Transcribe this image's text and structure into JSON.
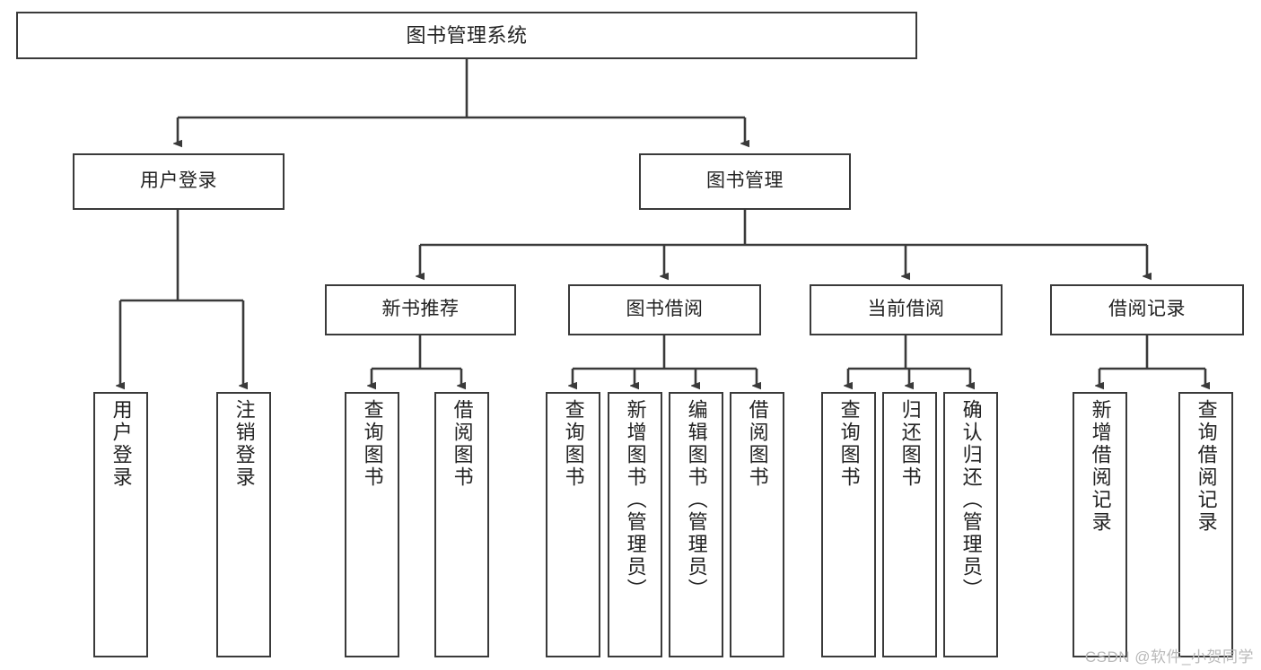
{
  "diagram": {
    "type": "tree",
    "title": "图书管理系统",
    "watermark": "CSDN @软件_小贺同学",
    "colors": {
      "box_border": "#3a3a3a",
      "box_fill": "#ffffff",
      "connector": "#3a3a3a",
      "text": "#222222",
      "watermark": "#b9b9b9"
    },
    "levels": {
      "root": {
        "label": "图书管理系统"
      },
      "level2": [
        {
          "label": "用户登录"
        },
        {
          "label": "图书管理"
        }
      ],
      "level3": [
        {
          "label": "新书推荐"
        },
        {
          "label": "图书借阅"
        },
        {
          "label": "当前借阅"
        },
        {
          "label": "借阅记录"
        }
      ],
      "leaves": [
        {
          "label": "用户登录",
          "parent": "用户登录"
        },
        {
          "label": "注销登录",
          "parent": "用户登录"
        },
        {
          "label": "查询图书",
          "parent": "新书推荐"
        },
        {
          "label": "借阅图书",
          "parent": "新书推荐"
        },
        {
          "label": "查询图书",
          "parent": "图书借阅"
        },
        {
          "label": "新增图书（管理员）",
          "parent": "图书借阅"
        },
        {
          "label": "编辑图书（管理员）",
          "parent": "图书借阅"
        },
        {
          "label": "借阅图书",
          "parent": "图书借阅"
        },
        {
          "label": "查询图书",
          "parent": "当前借阅"
        },
        {
          "label": "归还图书",
          "parent": "当前借阅"
        },
        {
          "label": "确认归还（管理员）",
          "parent": "当前借阅"
        },
        {
          "label": "新增借阅记录",
          "parent": "借阅记录"
        },
        {
          "label": "查询借阅记录",
          "parent": "借阅记录"
        }
      ]
    }
  }
}
